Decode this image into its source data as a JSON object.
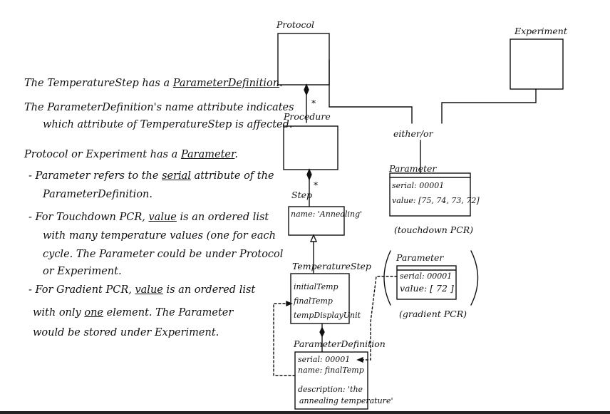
{
  "notes": {
    "l1_pre": "The TemperatureStep has a ",
    "l1_u": "ParameterDefinition",
    "l1_post": ".",
    "l2": "The ParameterDefinition's name attribute indicates",
    "l3": "which attribute of TemperatureStep is affected.",
    "l4_pre": "Protocol or Experiment has a ",
    "l4_u": "Parameter",
    "l4_post": ".",
    "l5_pre": "- Parameter refers to the ",
    "l5_u": "serial",
    "l5_post": " attribute of the",
    "l6": "ParameterDefinition.",
    "l7_pre": "- For Touchdown PCR, ",
    "l7_u": "value",
    "l7_post": " is an ordered list",
    "l8": "with many temperature values (one for each",
    "l9": "cycle. The Parameter could be under Protocol",
    "l10": "or Experiment.",
    "l11_pre": "- For Gradient PCR, ",
    "l11_u": "value",
    "l11_post": " is an ordered list",
    "l12_pre": "with only ",
    "l12_u": "one",
    "l12_post": " element. The Parameter",
    "l13": "would be stored under Experiment."
  },
  "diagram": {
    "protocol": "Protocol",
    "experiment": "Experiment",
    "procedure": "Procedure",
    "step": "Step",
    "step_attr": "name: 'Annealing'",
    "multiplicity_1": "*",
    "multiplicity_2": "*",
    "either_or": "either/or",
    "param1_title": "Parameter",
    "param1_serial": "serial: 00001",
    "param1_value": "value: [75, 74, 73, 72]",
    "param1_caption": "(touchdown PCR)",
    "param2_title": "Parameter",
    "param2_serial": "serial: 00001",
    "param2_value": "value: [ 72 ]",
    "param2_caption": "(gradient PCR)",
    "tempstep_title": "TemperatureStep",
    "tempstep_a1": "initialTemp",
    "tempstep_a2": "finalTemp",
    "tempstep_a3": "tempDisplayUnit",
    "paramdef_title": "ParameterDefinition",
    "paramdef_a1": "serial: 00001",
    "paramdef_a2": "name: finalTemp",
    "paramdef_a3": "description: 'the",
    "paramdef_a4": "annealing temperature'"
  }
}
